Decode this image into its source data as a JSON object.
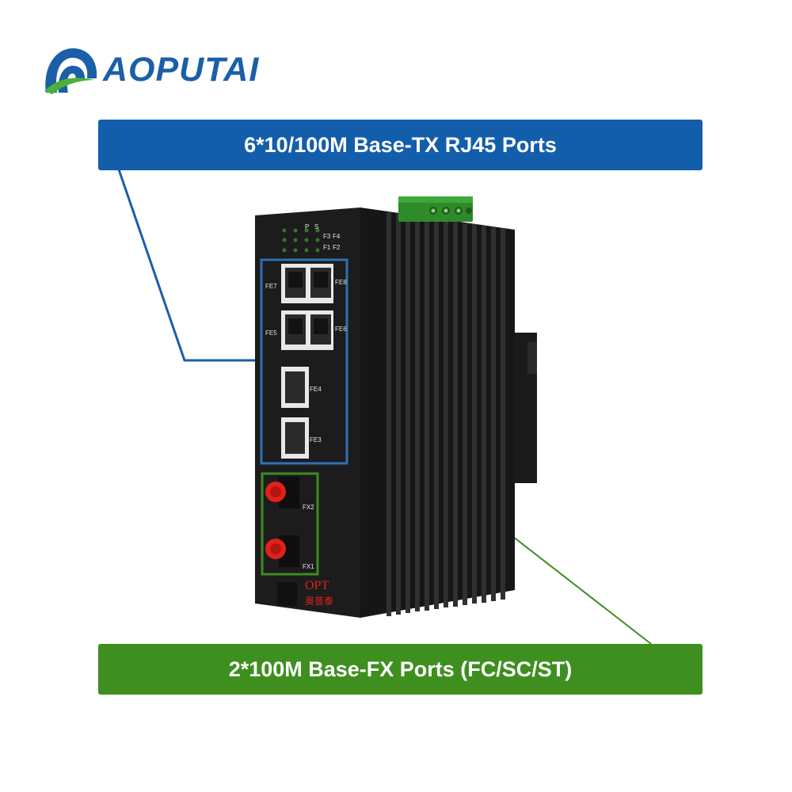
{
  "logo": {
    "text": "AOPUTAI"
  },
  "banners": {
    "rj45": "6*10/100M Base-TX RJ45 Ports",
    "fiber": "2*100M Base-FX Ports (FC/SC/ST)"
  },
  "device": {
    "led_labels": [
      "P",
      "S",
      "F3",
      "F4",
      "F1",
      "F2"
    ],
    "port_labels": [
      "FE7",
      "FE8",
      "FE5",
      "FE6",
      "FE4",
      "FE3"
    ],
    "fiber_labels": [
      "FX2",
      "FX1"
    ],
    "brand_mark": "OPT",
    "brand_chinese": "奥普泰",
    "colors": {
      "body": "#1c1c1c",
      "rj45_outline": "#2f6fb8",
      "fiber_outline": "#3d8c22",
      "fiber_cap": "#e0211b",
      "terminal": "#2e8b2a"
    }
  }
}
